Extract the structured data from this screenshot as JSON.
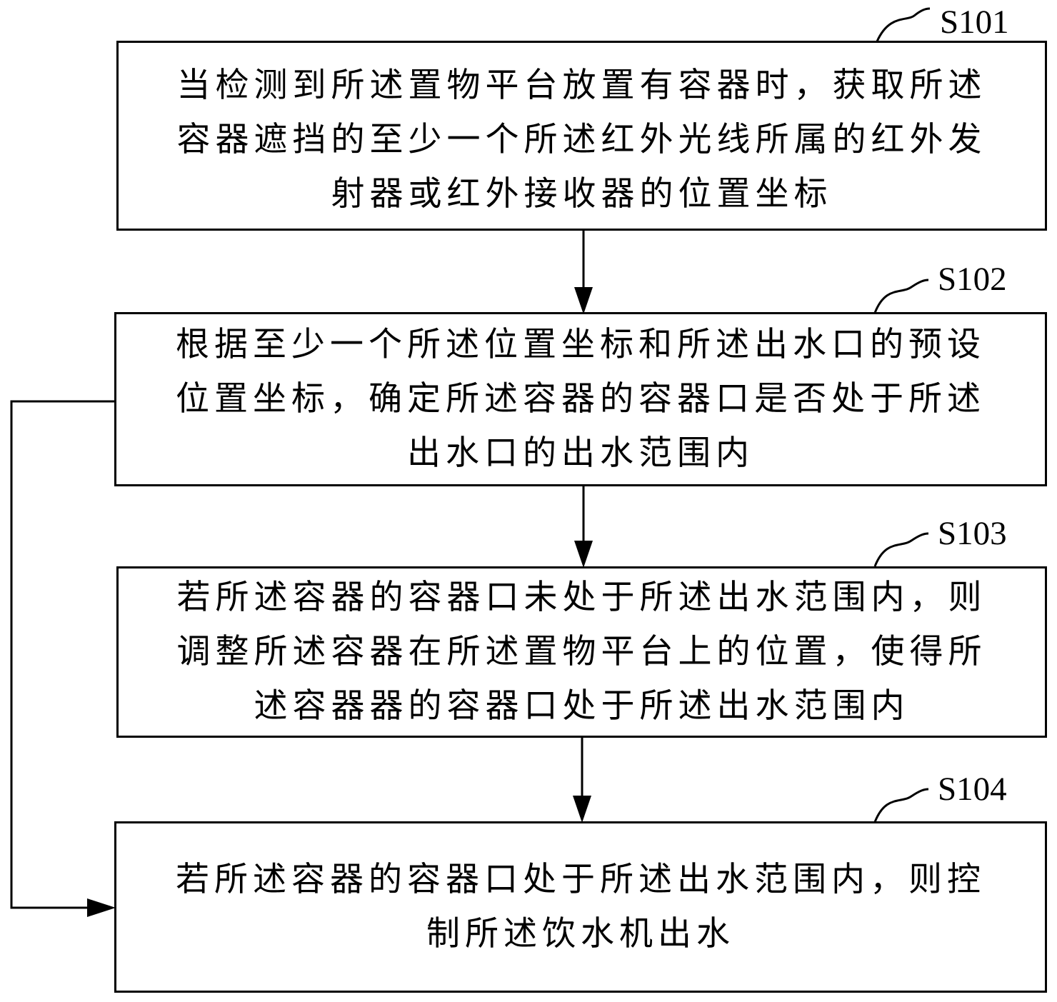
{
  "steps": [
    {
      "id": "S101",
      "lines": [
        "当检测到所述置物平台放置有容器时，获取所述",
        "容器遮挡的至少一个所述红外光线所属的红外发",
        "射器或红外接收器的位置坐标"
      ]
    },
    {
      "id": "S102",
      "lines": [
        "根据至少一个所述位置坐标和所述出水口的预设",
        "位置坐标，确定所述容器的容器口是否处于所述",
        "出水口的出水范围内"
      ]
    },
    {
      "id": "S103",
      "lines": [
        "若所述容器的容器口未处于所述出水范围内，则",
        "调整所述容器在所述置物平台上的位置，使得所",
        "述容器器的容器口处于所述出水范围内"
      ]
    },
    {
      "id": "S104",
      "lines": [
        "若所述容器的容器口处于所述出水范围内，则控",
        "制所述饮水机出水"
      ]
    }
  ]
}
